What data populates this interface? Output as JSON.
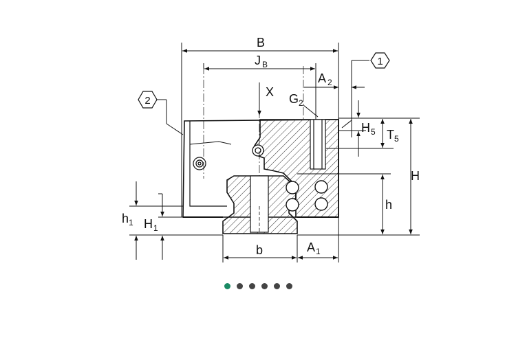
{
  "diagram": {
    "labels": {
      "B": "B",
      "JB": "J",
      "JB_sub": "B",
      "A2": "A",
      "A2_sub": "2",
      "X": "X",
      "G2": "G",
      "G2_sub": "2",
      "H5": "H",
      "H5_sub": "5",
      "T5": "T",
      "T5_sub": "5",
      "H": "H",
      "h": "h",
      "h1": "h",
      "h1_sub": "1",
      "H1": "H",
      "H1_sub": "1",
      "b": "b",
      "A1": "A",
      "A1_sub": "1"
    },
    "callouts": [
      "1",
      "2"
    ]
  },
  "carousel": {
    "count": 6,
    "active_index": 0,
    "colors": {
      "active": "#1a8a64",
      "inactive": "#444444"
    }
  }
}
